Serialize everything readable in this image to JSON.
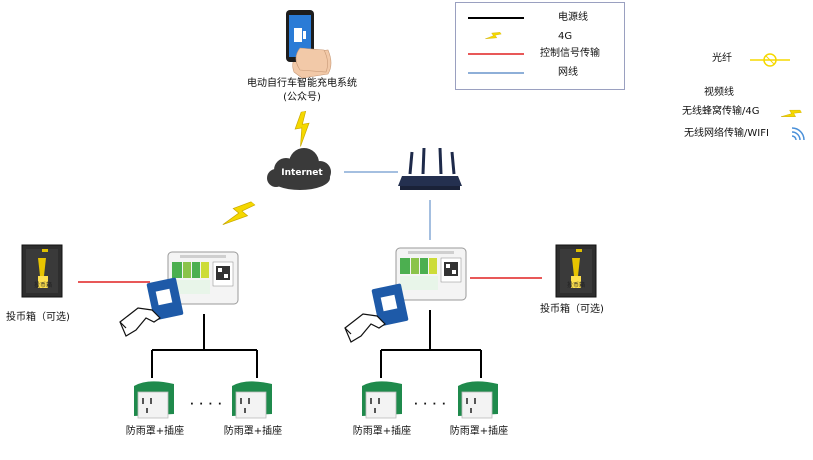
{
  "system": {
    "name": "电动自行车智能充电系统",
    "sub": "(公众号)"
  },
  "internet_label": "Internet",
  "legend": {
    "power_line": "电源线",
    "fourg": "4G",
    "control_signal": "控制信号传输",
    "network_line": "网线"
  },
  "side_legend": {
    "fiber": "光纤",
    "video": "视频线",
    "cellular": "无线蜂窝传输/4G",
    "wifi": "无线网络传输/WIFI"
  },
  "coin_box_left": "投币箱（可选)",
  "coin_box_right": "投币箱（可选)",
  "outlet_label": "防雨罩+插座",
  "coin_box_screen_text": "投币箱",
  "dots": "· · · ·",
  "colors": {
    "power": "#000000",
    "control": "#e02020",
    "network": "#4a7fc0",
    "lightning": "#f5d800"
  }
}
